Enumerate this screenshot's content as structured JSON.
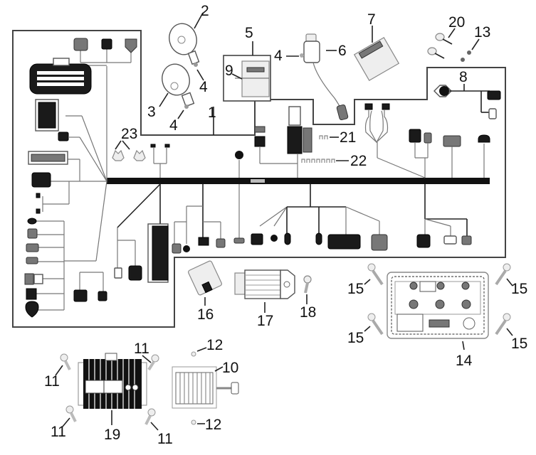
{
  "diagram": {
    "title": "Electrical system exploded parts diagram",
    "colors": {
      "line": "#222222",
      "harness": "#111111",
      "frame": "#444444",
      "background": "#ffffff"
    },
    "callouts": {
      "c1": "1",
      "c2": "2",
      "c3": "3",
      "c4a": "4",
      "c4b": "4",
      "c4c": "4",
      "c5": "5",
      "c6": "6",
      "c7": "7",
      "c8": "8",
      "c9": "9",
      "c10": "10",
      "c11a": "11",
      "c11b": "11",
      "c11c": "11",
      "c11d": "11",
      "c12a": "12",
      "c12b": "12",
      "c13": "13",
      "c14": "14",
      "c15a": "15",
      "c15b": "15",
      "c15c": "15",
      "c15d": "15",
      "c16": "16",
      "c17": "17",
      "c18": "18",
      "c19": "19",
      "c20": "20",
      "c21": "21",
      "c22": "22",
      "c23": "23"
    },
    "parts": [
      {
        "ref": "1",
        "name": "main-wiring-harness"
      },
      {
        "ref": "2",
        "name": "horn-high"
      },
      {
        "ref": "3",
        "name": "horn-low"
      },
      {
        "ref": "4",
        "name": "fastener"
      },
      {
        "ref": "5",
        "name": "fuse-box-assembly"
      },
      {
        "ref": "6",
        "name": "sensor"
      },
      {
        "ref": "7",
        "name": "flasher-relay"
      },
      {
        "ref": "8",
        "name": "sub-harness"
      },
      {
        "ref": "9",
        "name": "fuse-holder"
      },
      {
        "ref": "10",
        "name": "dc-converter"
      },
      {
        "ref": "11",
        "name": "bolt"
      },
      {
        "ref": "12",
        "name": "nut"
      },
      {
        "ref": "13",
        "name": "washer"
      },
      {
        "ref": "14",
        "name": "motor-controller"
      },
      {
        "ref": "15",
        "name": "bolt"
      },
      {
        "ref": "16",
        "name": "relay"
      },
      {
        "ref": "17",
        "name": "regulator"
      },
      {
        "ref": "18",
        "name": "bolt"
      },
      {
        "ref": "19",
        "name": "charger-module"
      },
      {
        "ref": "20",
        "name": "screw"
      },
      {
        "ref": "21",
        "name": "fuse-small"
      },
      {
        "ref": "22",
        "name": "fuse-set"
      },
      {
        "ref": "23",
        "name": "clip"
      }
    ]
  }
}
